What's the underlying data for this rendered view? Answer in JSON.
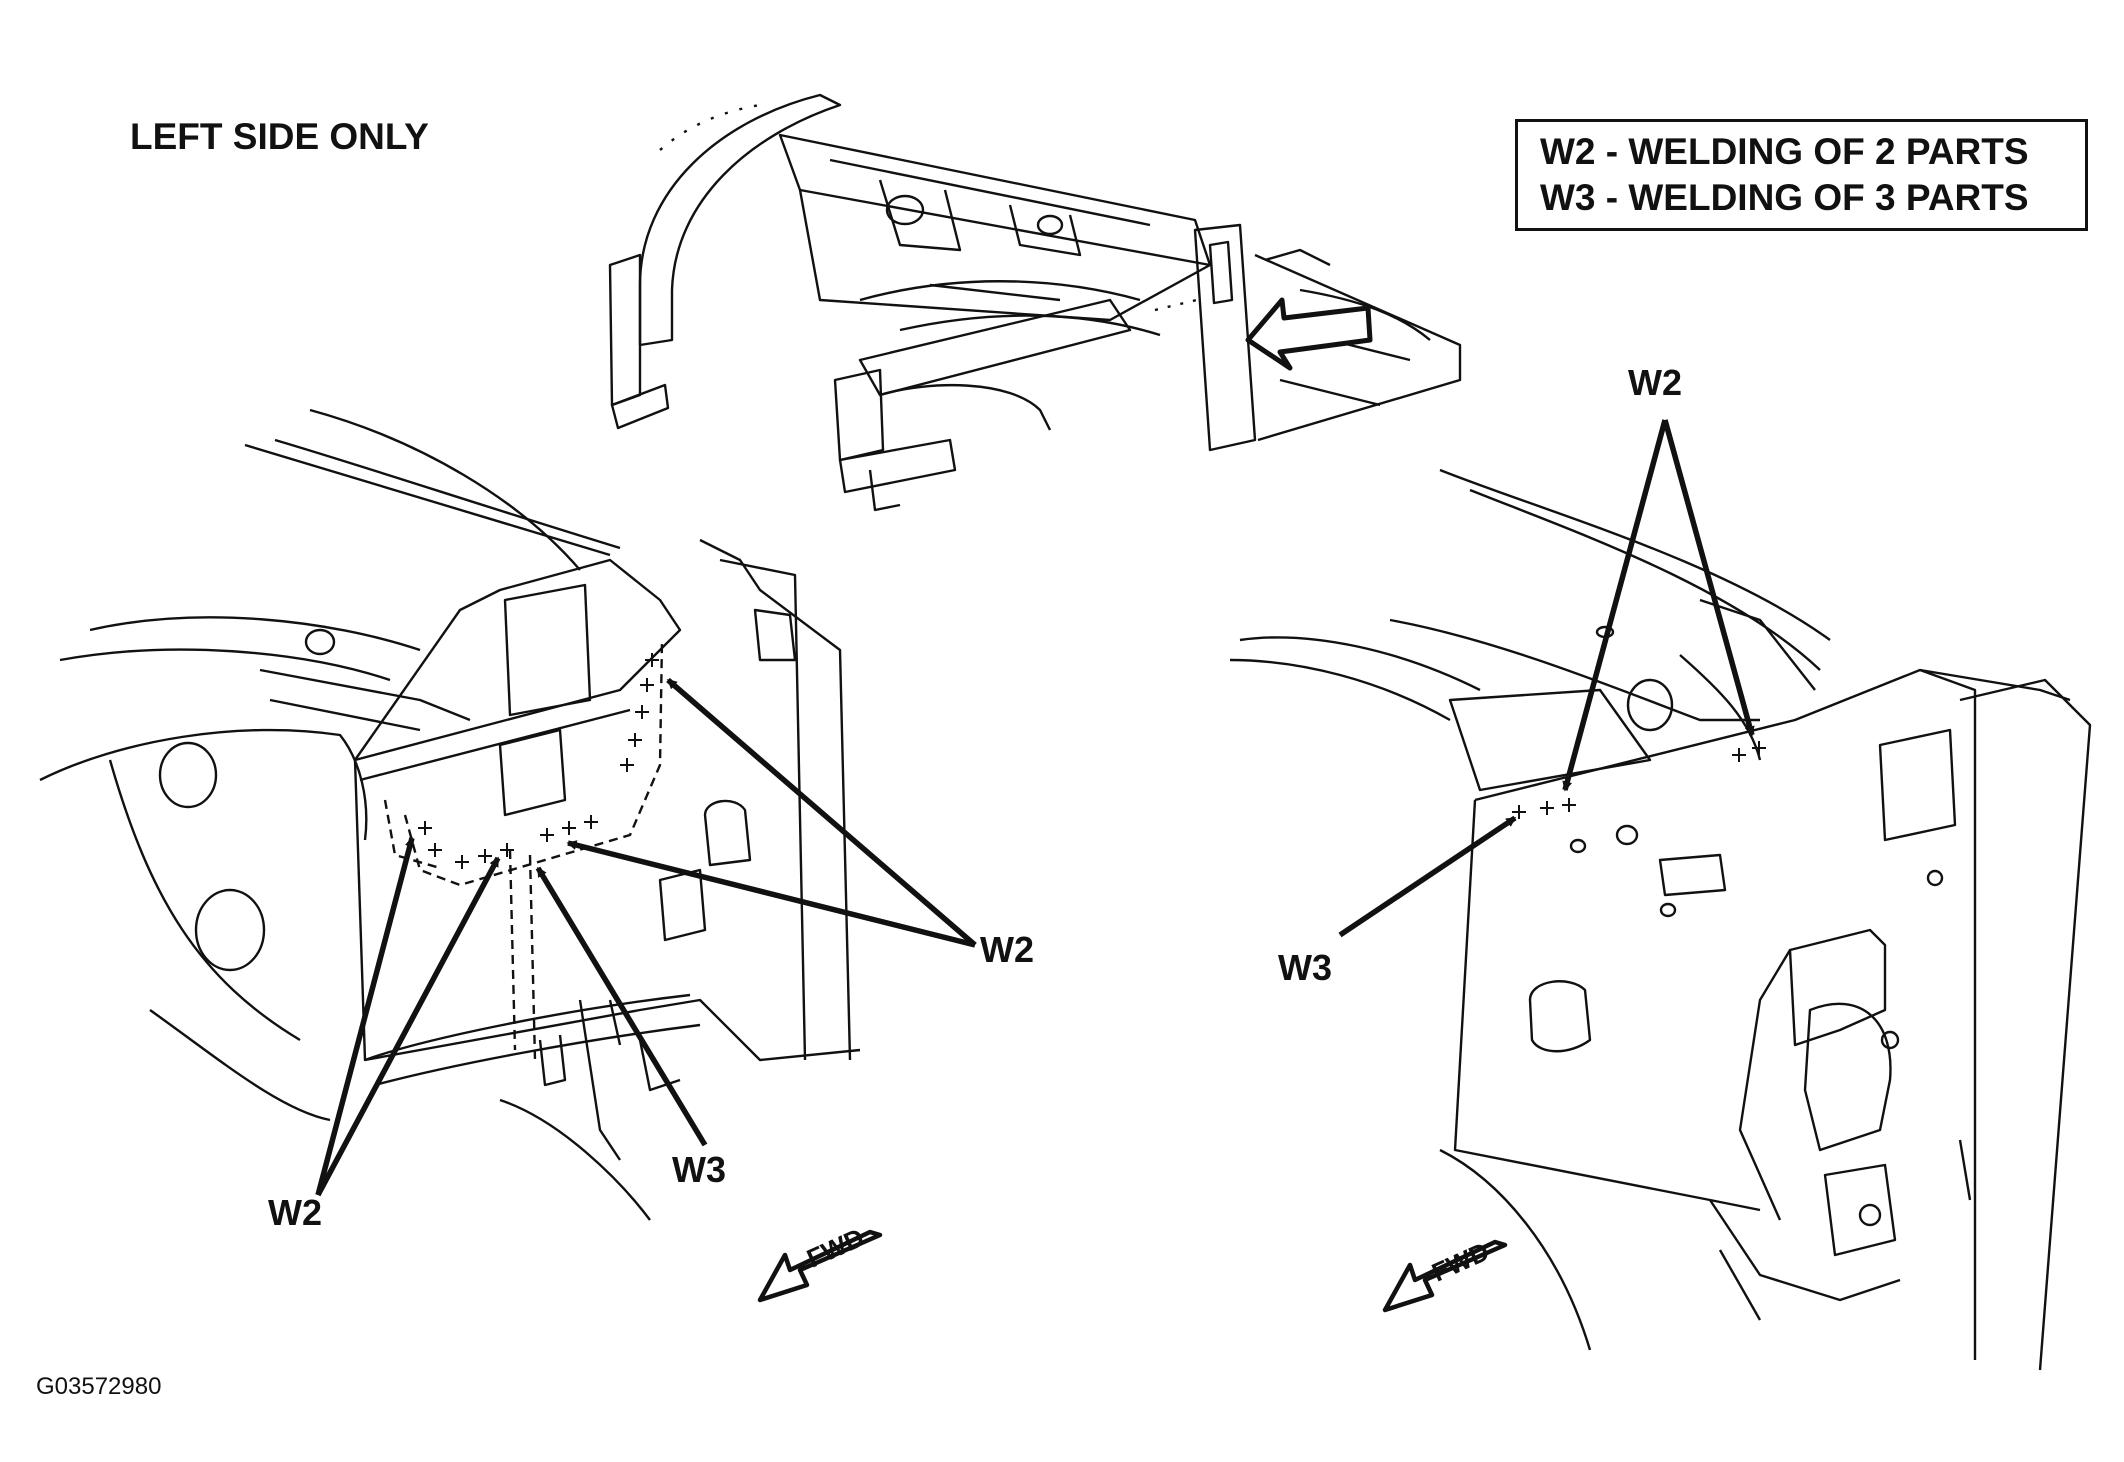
{
  "side_note": "LEFT SIDE ONLY",
  "legend": [
    "W2 - WELDING OF 2 PARTS",
    "W3 - WELDING OF 3 PARTS"
  ],
  "left_view": {
    "callouts": [
      "W2",
      "W2",
      "W3"
    ],
    "direction_label": "FWD"
  },
  "right_view": {
    "callouts": [
      "W2",
      "W3"
    ],
    "direction_label": "FWD"
  },
  "figure_id": "G03572980"
}
